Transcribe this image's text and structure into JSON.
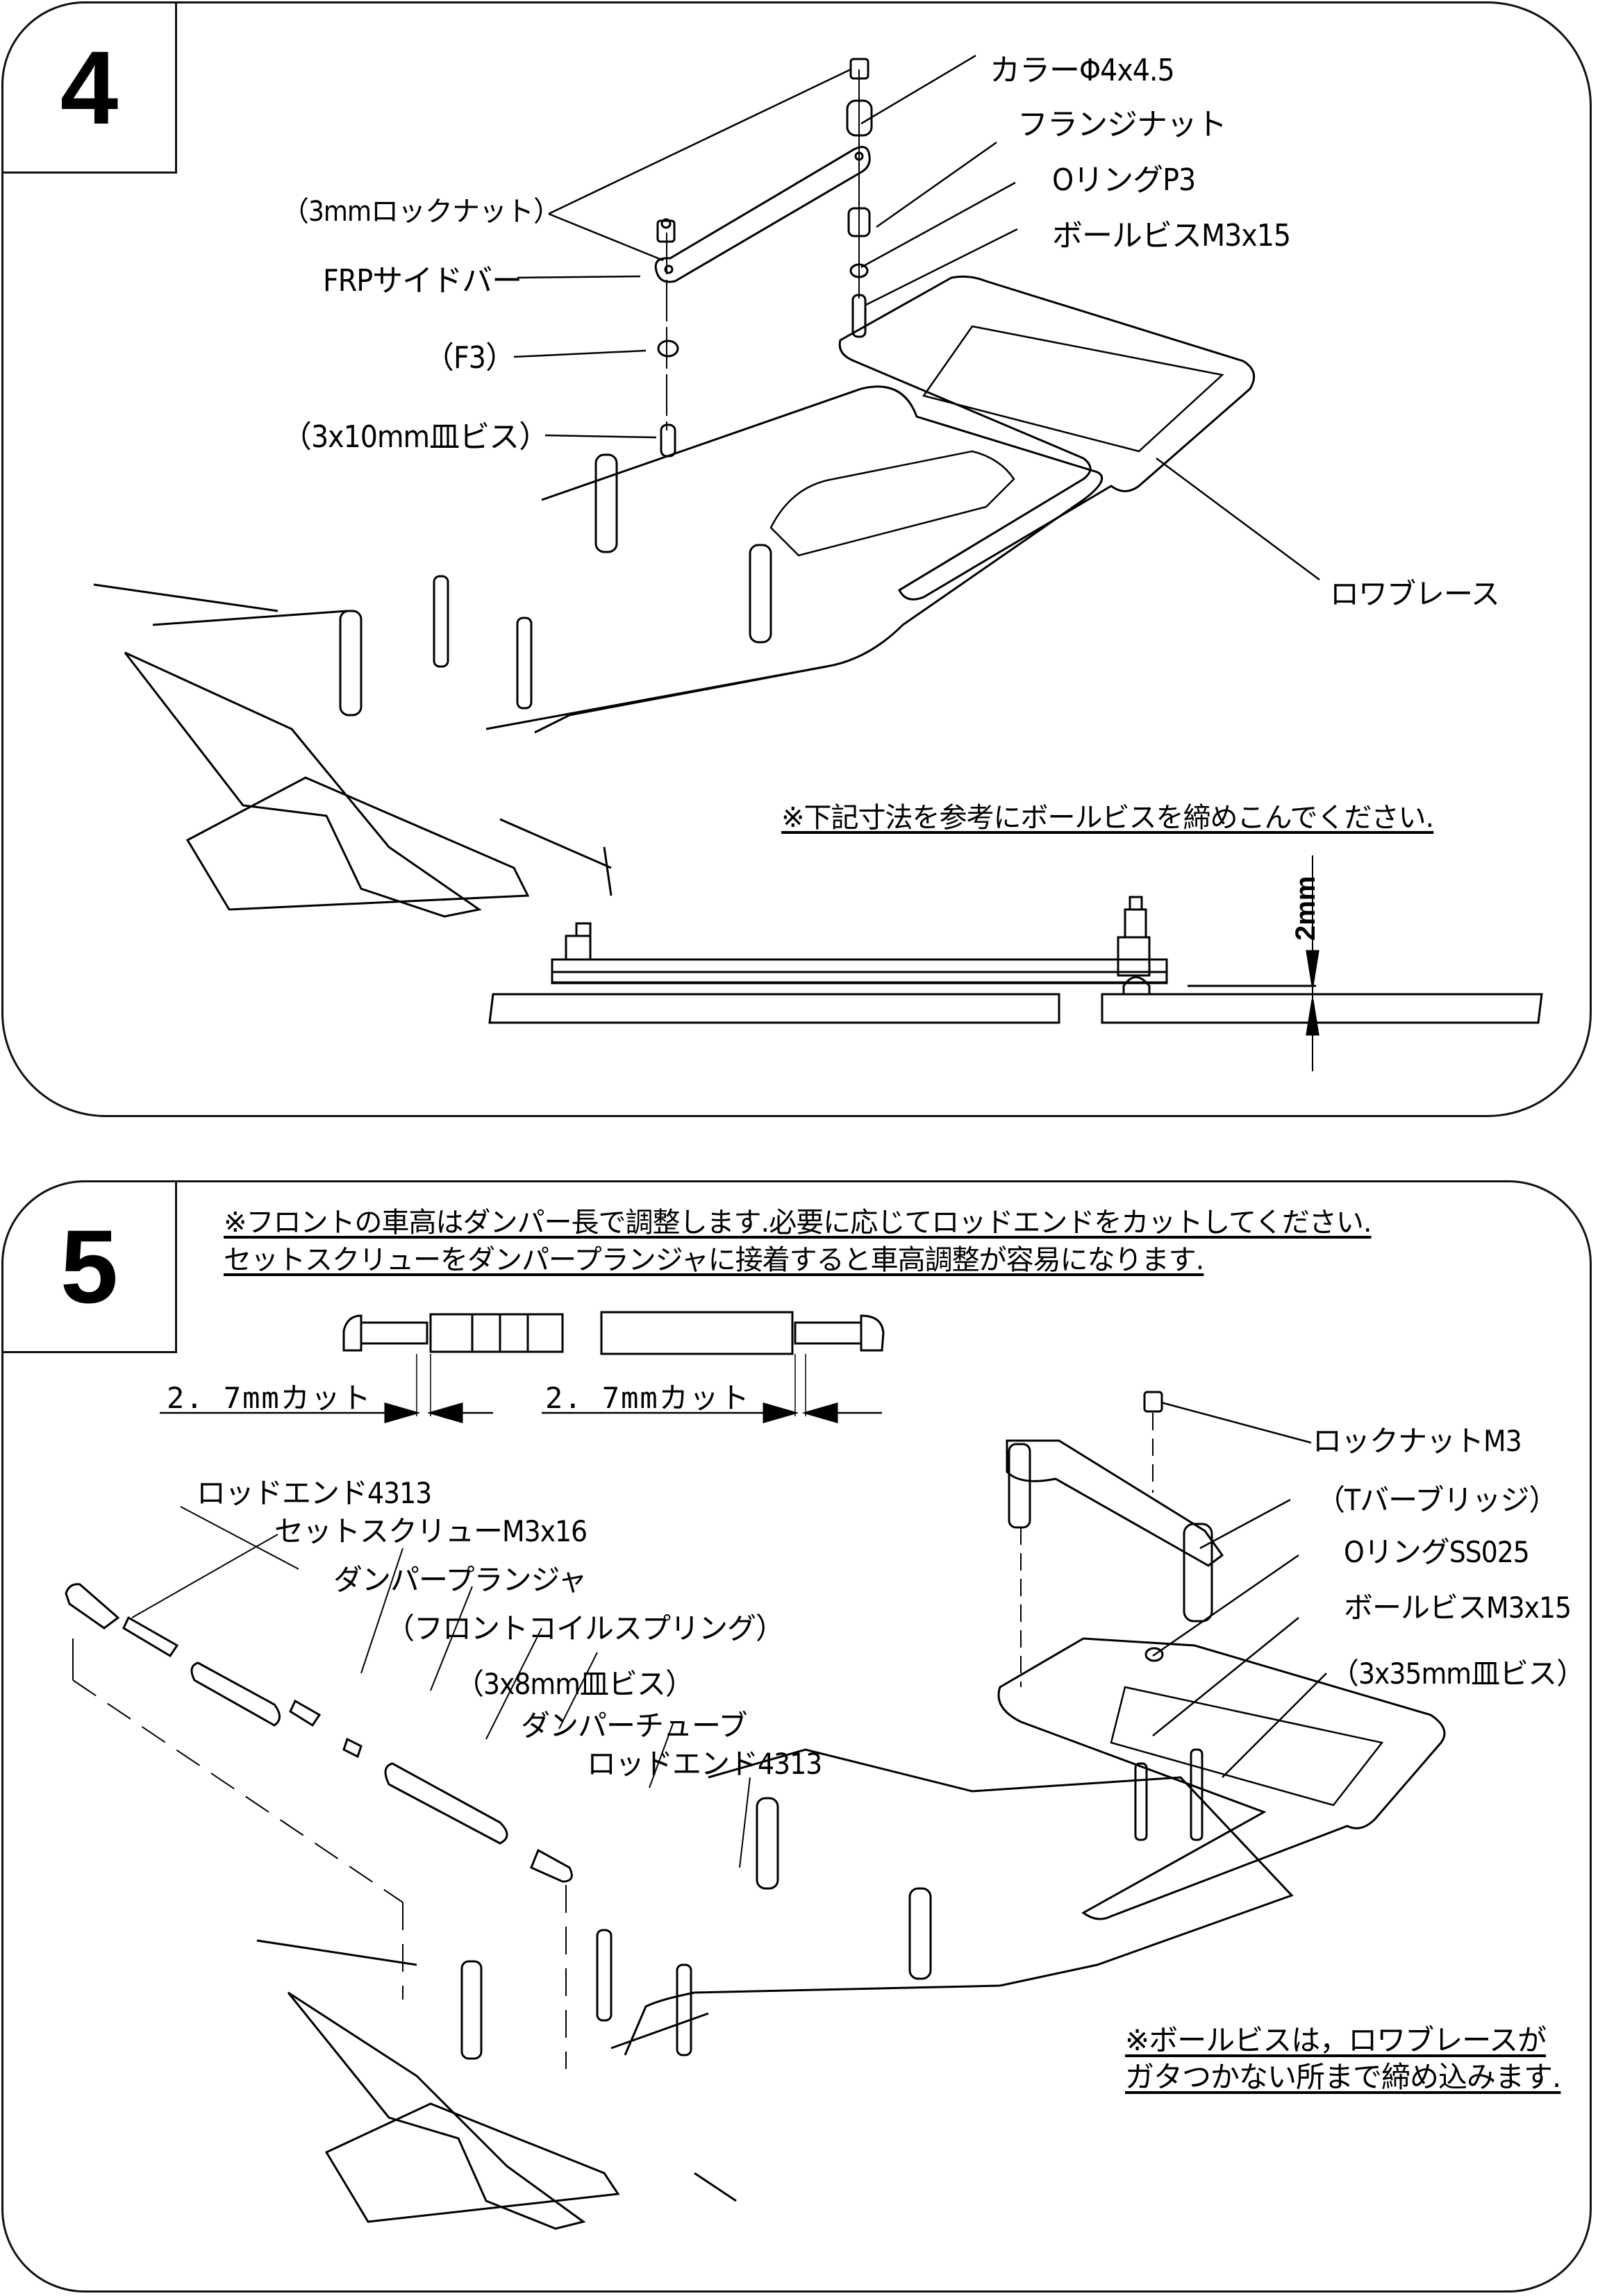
{
  "steps": [
    {
      "number": "4",
      "labels": {
        "lock_nut_3mm": "（3mmロックナット）",
        "frp_side_bar": "FRPサイドバー",
        "f3": "（F3）",
        "flat_screw_3x10": "（3x10mm皿ビス）",
        "collar": "カラーΦ4x4.5",
        "flange_nut": "フランジナット",
        "o_ring_p3": "OリングP3",
        "ball_screw_m3x15": "ボールビスM3x15",
        "lower_brace": "ロワブレース"
      },
      "note": "※下記寸法を参考にボールビスを締めこんでください.",
      "dimension": "2mm"
    },
    {
      "number": "5",
      "notes": [
        "※フロントの車高はダンパー長で調整します.必要に応じてロッドエンドをカットしてください.",
        "セットスクリューをダンパープランジャに接着すると車高調整が容易になります."
      ],
      "cut_labels": [
        "2. 7mmカット",
        "2. 7mmカット"
      ],
      "labels": {
        "rod_end_4313_a": "ロッドエンド4313",
        "set_screw": "セットスクリューM3x16",
        "damper_plunger": "ダンパープランジャ",
        "front_coil_spring": "（フロントコイルスプリング）",
        "flat_screw_3x8": "（3x8mm皿ビス）",
        "damper_tube": "ダンパーチューブ",
        "rod_end_4313_b": "ロッドエンド4313",
        "lock_nut_m3": "ロックナットM3",
        "t_bar_bridge": "（Tバーブリッジ）",
        "o_ring_ss025": "OリングSS025",
        "ball_screw_m3x15": "ボールビスM3x15",
        "flat_screw_3x35": "（3x35mm皿ビス）"
      },
      "bottom_note": [
        "※ボールビスは，ロワブレースが",
        "ガタつかない所まで締め込みます."
      ]
    }
  ]
}
